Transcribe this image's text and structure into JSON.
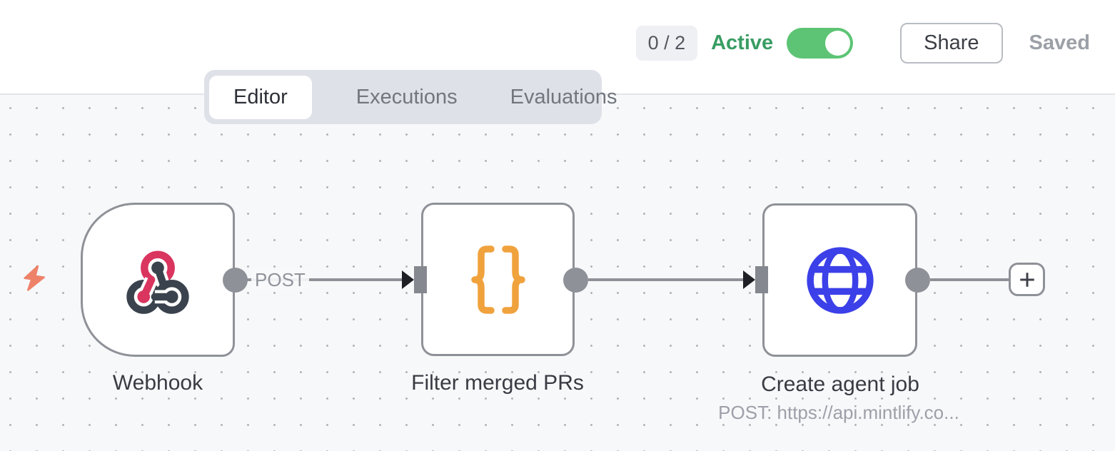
{
  "header": {
    "execution_badge": "0 / 2",
    "active_label": "Active",
    "share_button": "Share",
    "save_status": "Saved"
  },
  "tabs": [
    {
      "label": "Editor",
      "active": true
    },
    {
      "label": "Executions",
      "active": false
    },
    {
      "label": "Evaluations",
      "active": false
    }
  ],
  "workflow": {
    "nodes": [
      {
        "name": "Webhook",
        "icon": "webhook-icon",
        "type": "trigger"
      },
      {
        "name": "Filter merged PRs",
        "icon": "code-braces-icon",
        "type": "code"
      },
      {
        "name": "Create agent job",
        "subtitle": "POST: https://api.mintlify.co...",
        "icon": "globe-icon",
        "type": "http-request"
      }
    ],
    "connection_labels": {
      "webhook_to_filter": "POST"
    },
    "add_node_label": "+"
  },
  "colors": {
    "active_green": "#399d63",
    "toggle_green": "#5cc474",
    "webhook_pink": "#d9355f",
    "webhook_slate": "#3a434d",
    "code_orange": "#f0a23d",
    "http_blue": "#3c40e8",
    "trigger_bolt_coral": "#ee8269",
    "connector_gray": "#8e9197"
  }
}
